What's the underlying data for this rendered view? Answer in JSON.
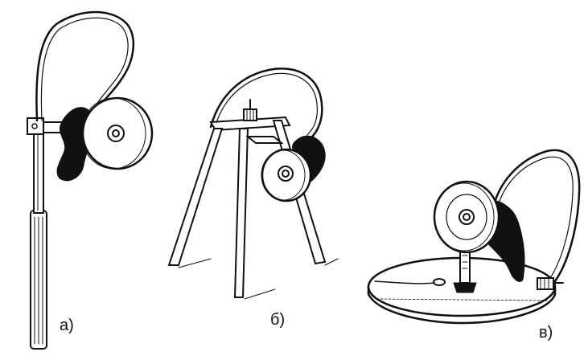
{
  "figure": {
    "labels": {
      "a": "а)",
      "b": "б)",
      "v": "в)"
    },
    "colors": {
      "ink": "#111111",
      "paper": "#ffffff"
    }
  }
}
